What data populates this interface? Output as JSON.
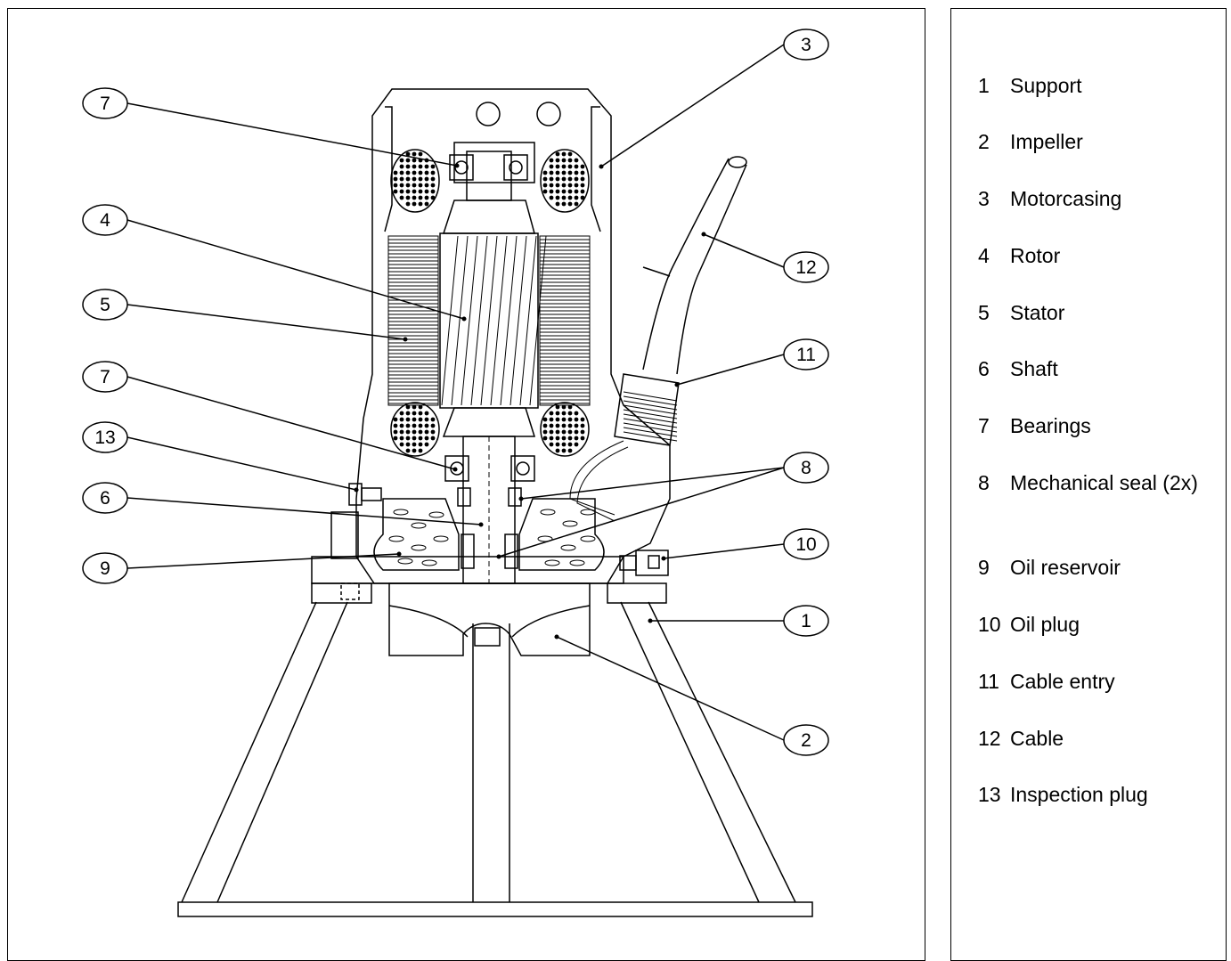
{
  "callouts": [
    "1",
    "2",
    "3",
    "4",
    "5",
    "6",
    "7",
    "7",
    "8",
    "9",
    "10",
    "11",
    "12",
    "13"
  ],
  "legend": [
    {
      "num": "1",
      "label": "Support"
    },
    {
      "num": "2",
      "label": "Impeller"
    },
    {
      "num": "3",
      "label": "Motorcasing"
    },
    {
      "num": "4",
      "label": "Rotor"
    },
    {
      "num": "5",
      "label": "Stator"
    },
    {
      "num": "6",
      "label": "Shaft"
    },
    {
      "num": "7",
      "label": "Bearings"
    },
    {
      "num": "8",
      "label": "Mechanical seal (2x)"
    },
    {
      "num": "9",
      "label": "Oil reservoir"
    },
    {
      "num": "10",
      "label": "Oil plug"
    },
    {
      "num": "11",
      "label": "Cable entry"
    },
    {
      "num": "12",
      "label": "Cable"
    },
    {
      "num": "13",
      "label": "Inspection plug"
    }
  ]
}
